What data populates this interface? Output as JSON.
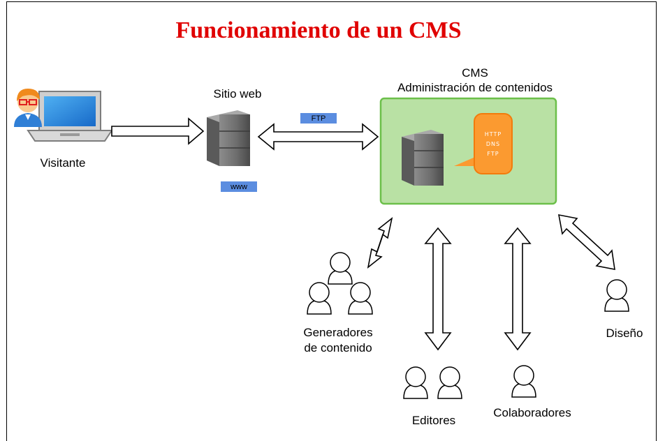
{
  "diagram": {
    "title": "Funcionamiento de un CMS",
    "nodes": {
      "visitor": {
        "label": "Visitante"
      },
      "website": {
        "label": "Sitio web",
        "tag": "www"
      },
      "cms": {
        "label_line1": "CMS",
        "label_line2": "Administración de contenidos",
        "protocols": [
          "HTTP",
          "DNS",
          "FTP"
        ],
        "box_fill": "#b9e1a4",
        "box_border": "#6cc04a",
        "bubble_fill": "#fb9a30"
      },
      "generators": {
        "label_line1": "Generadores",
        "label_line2": "de contenido"
      },
      "editors": {
        "label": "Editores"
      },
      "collaborators": {
        "label": "Colaboradores"
      },
      "design": {
        "label": "Diseño"
      }
    },
    "edges": {
      "website_to_cms": {
        "tag": "FTP"
      }
    },
    "colors": {
      "title": "#e00000",
      "tag_fill": "#5b8de0",
      "server_dark": "#4d4d4d"
    }
  }
}
